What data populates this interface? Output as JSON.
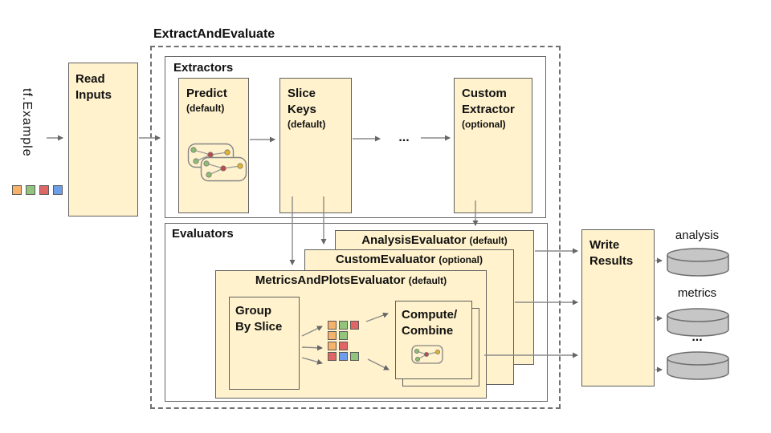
{
  "colors": {
    "orange": "#F6B26B",
    "green": "#93C47D",
    "red": "#E06666",
    "blue": "#6D9EEB",
    "box_fill": "#FFF2CC",
    "node_green": "#8FBC73",
    "node_red": "#BE4B48",
    "node_yellow": "#E2B32B",
    "cylinder_fill": "#C6C6C6",
    "cylinder_stroke": "#6E6E6E"
  },
  "input": {
    "label": "tf.Example",
    "squares": [
      "orange",
      "green",
      "red",
      "blue"
    ]
  },
  "read_inputs": {
    "line1": "Read",
    "line2": "Inputs"
  },
  "pipeline_title": "ExtractAndEvaluate",
  "extractors": {
    "title": "Extractors",
    "predict": {
      "name": "Predict",
      "qualifier": "(default)"
    },
    "slice_keys": {
      "line1": "Slice",
      "line2": "Keys",
      "qualifier": "(default)"
    },
    "ellipsis": "...",
    "custom_extractor": {
      "line1": "Custom",
      "line2": "Extractor",
      "qualifier": "(optional)"
    }
  },
  "evaluators": {
    "title": "Evaluators",
    "analysis_evaluator": {
      "name": "AnalysisEvaluator",
      "qualifier": "(default)"
    },
    "custom_evaluator": {
      "name": "CustomEvaluator",
      "qualifier": "(optional)"
    },
    "metrics_and_plots_evaluator": {
      "name": "MetricsAndPlotsEvaluator",
      "qualifier": "(default)",
      "group_by_slice": {
        "line1": "Group",
        "line2": "By Slice"
      },
      "slice_grid": [
        [
          "orange",
          "green",
          "red"
        ],
        [
          "orange",
          "green"
        ],
        [
          "orange",
          "red"
        ],
        [
          "red",
          "blue",
          "green"
        ]
      ],
      "compute_combine": {
        "line1": "Compute/",
        "line2": "Combine"
      }
    }
  },
  "write_results": {
    "line1": "Write",
    "line2": "Results"
  },
  "outputs": [
    {
      "label": "analysis"
    },
    {
      "label": "metrics"
    },
    {
      "label": "..."
    }
  ]
}
